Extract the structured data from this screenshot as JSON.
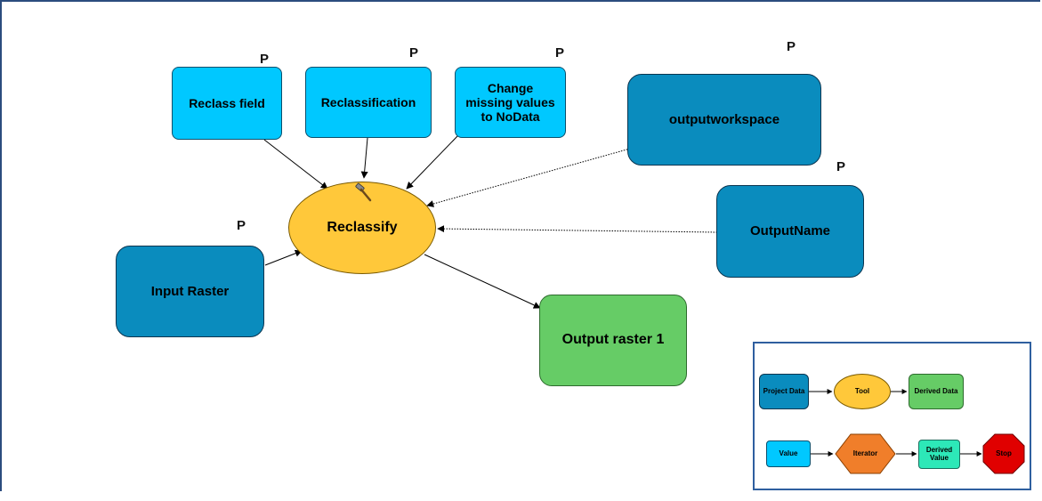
{
  "diagram": {
    "nodes": {
      "reclass_field": {
        "label": "Reclass field",
        "param": "P"
      },
      "reclassification": {
        "label": "Reclassification",
        "param": "P"
      },
      "change_missing": {
        "label": "Change missing values to NoData",
        "param": "P"
      },
      "outputworkspace": {
        "label": "outputworkspace",
        "param": "P"
      },
      "output_name": {
        "label": "OutputName",
        "param": "P"
      },
      "input_raster": {
        "label": "Input Raster",
        "param": "P"
      },
      "reclassify": {
        "label": "Reclassify",
        "icon": "hammer-icon"
      },
      "output_raster": {
        "label": "Output raster 1"
      }
    },
    "connections": [
      {
        "from": "Reclass field",
        "to": "Reclassify",
        "style": "solid"
      },
      {
        "from": "Reclassification",
        "to": "Reclassify",
        "style": "solid"
      },
      {
        "from": "Change missing values to NoData",
        "to": "Reclassify",
        "style": "solid"
      },
      {
        "from": "outputworkspace",
        "to": "Reclassify",
        "style": "dotted"
      },
      {
        "from": "OutputName",
        "to": "Reclassify",
        "style": "dotted"
      },
      {
        "from": "Input Raster",
        "to": "Reclassify",
        "style": "solid"
      },
      {
        "from": "Reclassify",
        "to": "Output raster 1",
        "style": "solid"
      }
    ]
  },
  "legend": {
    "project_data": "Project Data",
    "tool": "Tool",
    "derived_data": "Derived Data",
    "value": "Value",
    "iterator": "Iterator",
    "derived_value": "Derived Value",
    "stop": "Stop"
  },
  "colors": {
    "value": "#00c8ff",
    "project_data": "#0a8cbe",
    "tool": "#ffc83a",
    "derived_data": "#66cc66",
    "iterator": "#f07e2a",
    "derived_value": "#2de8b8",
    "stop": "#e00000"
  }
}
